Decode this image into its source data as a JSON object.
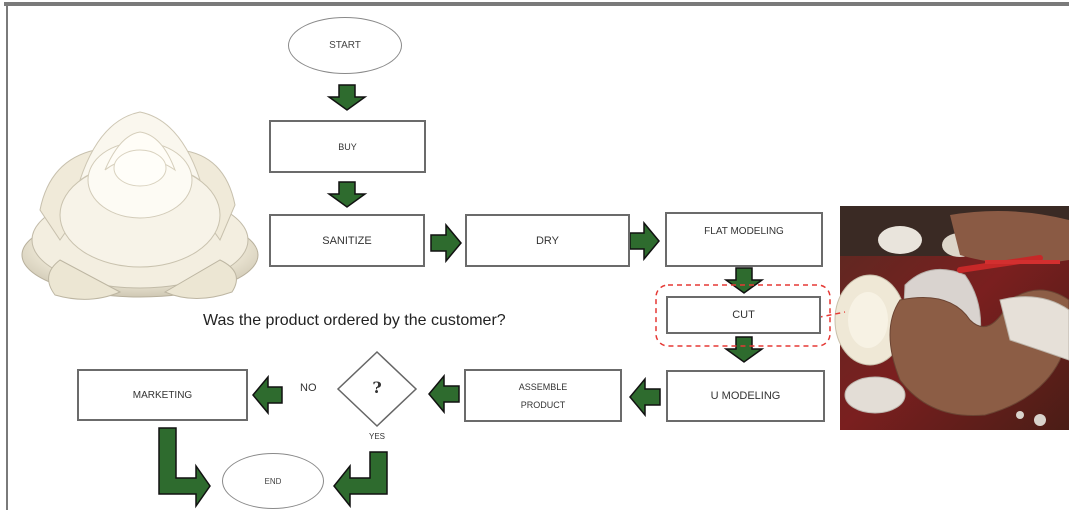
{
  "diagram": {
    "nodes": {
      "start": "START",
      "buy": "BUY",
      "sanitize": "SANITIZE",
      "dry": "DRY",
      "flat_modeling": "FLAT MODELING",
      "cut": "CUT",
      "u_modeling": "U MODELING",
      "assemble_product_line1": "ASSEMBLE",
      "assemble_product_line2": "PRODUCT",
      "decision": "?",
      "marketing": "MARKETING",
      "end": "END"
    },
    "edge_labels": {
      "no": "NO",
      "yes": "YES"
    },
    "question": "Was the product ordered by the customer?",
    "colors": {
      "arrow_fill": "#2e6b2e",
      "arrow_stroke": "#111111",
      "highlight": "#e53935",
      "box_border": "#6b6b6b"
    },
    "images": {
      "flower": "white-flower-image",
      "hands": "hands-cutting-photo"
    }
  }
}
